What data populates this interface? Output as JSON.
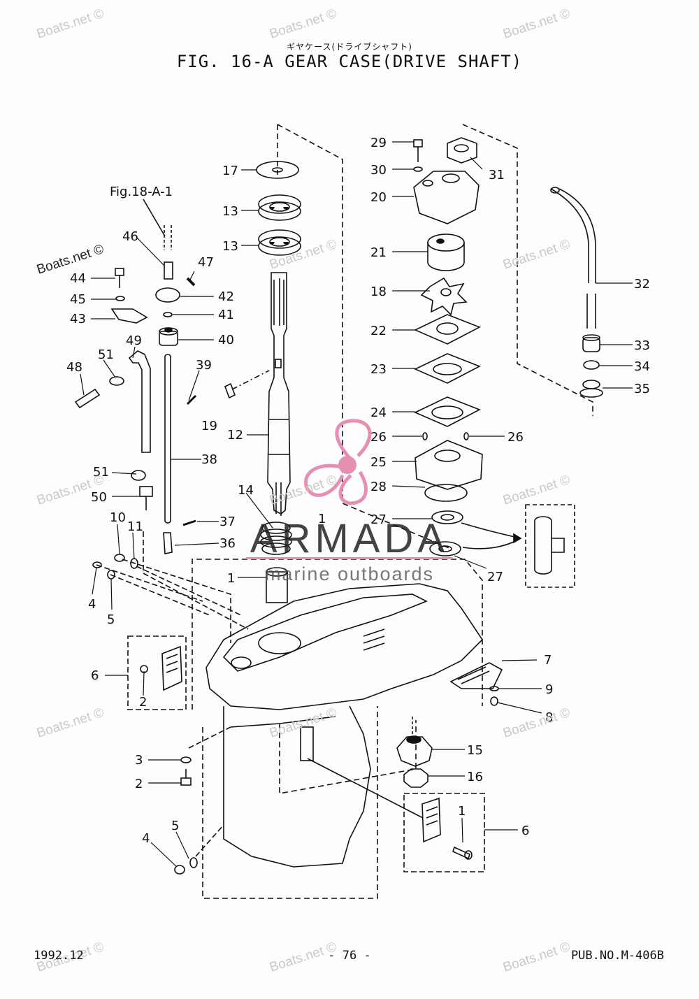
{
  "header": {
    "japanese_title": "ギヤケース(ドライブシャフト)",
    "title": "FIG. 16-A GEAR CASE(DRIVE SHAFT)"
  },
  "footer": {
    "date": "1992.12",
    "page": "- 76 -",
    "publication": "PUB.NO.M-406B"
  },
  "watermark": {
    "text": "Boats.net ©",
    "color": "#c9c9c9"
  },
  "logo": {
    "name": "ARMADA",
    "tagline": "marine outboards",
    "accent_color": "#e58fb5",
    "icon": "propeller-icon"
  },
  "reference": "Fig.18-A-1",
  "callouts": [
    {
      "id": "c17",
      "label": "17"
    },
    {
      "id": "c13a",
      "label": "13"
    },
    {
      "id": "c13b",
      "label": "13"
    },
    {
      "id": "c12",
      "label": "12"
    },
    {
      "id": "c14",
      "label": "14"
    },
    {
      "id": "c19",
      "label": "19"
    },
    {
      "id": "c1a",
      "label": "1"
    },
    {
      "id": "c1b",
      "label": "1"
    },
    {
      "id": "c46",
      "label": "46"
    },
    {
      "id": "c47",
      "label": "47"
    },
    {
      "id": "c44",
      "label": "44"
    },
    {
      "id": "c45",
      "label": "45"
    },
    {
      "id": "c43",
      "label": "43"
    },
    {
      "id": "c42",
      "label": "42"
    },
    {
      "id": "c41",
      "label": "41"
    },
    {
      "id": "c40",
      "label": "40"
    },
    {
      "id": "c39",
      "label": "39"
    },
    {
      "id": "c38",
      "label": "38"
    },
    {
      "id": "c37",
      "label": "37"
    },
    {
      "id": "c36",
      "label": "36"
    },
    {
      "id": "c49",
      "label": "49"
    },
    {
      "id": "c51a",
      "label": "51"
    },
    {
      "id": "c48",
      "label": "48"
    },
    {
      "id": "c51b",
      "label": "51"
    },
    {
      "id": "c50",
      "label": "50"
    },
    {
      "id": "c10",
      "label": "10"
    },
    {
      "id": "c11",
      "label": "11"
    },
    {
      "id": "c4a",
      "label": "4"
    },
    {
      "id": "c5a",
      "label": "5"
    },
    {
      "id": "c6a",
      "label": "6"
    },
    {
      "id": "c2a",
      "label": "2"
    },
    {
      "id": "c3",
      "label": "3"
    },
    {
      "id": "c2b",
      "label": "2"
    },
    {
      "id": "c4b",
      "label": "4"
    },
    {
      "id": "c5b",
      "label": "5"
    },
    {
      "id": "c29",
      "label": "29"
    },
    {
      "id": "c30",
      "label": "30"
    },
    {
      "id": "c31",
      "label": "31"
    },
    {
      "id": "c20",
      "label": "20"
    },
    {
      "id": "c21",
      "label": "21"
    },
    {
      "id": "c18",
      "label": "18"
    },
    {
      "id": "c22",
      "label": "22"
    },
    {
      "id": "c23",
      "label": "23"
    },
    {
      "id": "c24",
      "label": "24"
    },
    {
      "id": "c26a",
      "label": "26"
    },
    {
      "id": "c26b",
      "label": "26"
    },
    {
      "id": "c25",
      "label": "25"
    },
    {
      "id": "c28",
      "label": "28"
    },
    {
      "id": "c27a",
      "label": "27"
    },
    {
      "id": "c27b",
      "label": "27"
    },
    {
      "id": "c32",
      "label": "32"
    },
    {
      "id": "c33",
      "label": "33"
    },
    {
      "id": "c34",
      "label": "34"
    },
    {
      "id": "c35",
      "label": "35"
    },
    {
      "id": "c7",
      "label": "7"
    },
    {
      "id": "c9",
      "label": "9"
    },
    {
      "id": "c8",
      "label": "8"
    },
    {
      "id": "c15",
      "label": "15"
    },
    {
      "id": "c16",
      "label": "16"
    },
    {
      "id": "c6b",
      "label": "6"
    },
    {
      "id": "c1c",
      "label": "1"
    }
  ]
}
